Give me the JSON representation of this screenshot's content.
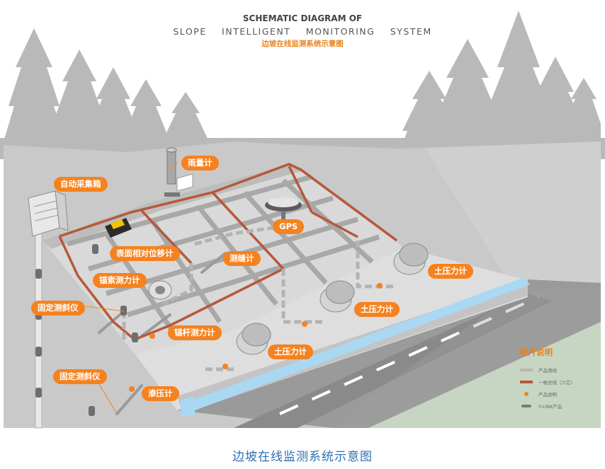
{
  "title": {
    "line1": "SCHEMATIC DIAGRAM OF",
    "line2": "SLOPE INTELLIGENT MONITORING SYSTEM",
    "line3": "边坡在线监测系统示意图"
  },
  "labels": {
    "rain_gauge": "雨量计",
    "auto_box": "自动采集箱",
    "gps": "GPS",
    "surface_disp": "表面相对位移计",
    "crack_meter": "测缝计",
    "anchor_cable": "锚索测力计",
    "earth_pressure_1": "土压力计",
    "earth_pressure_2": "土压力计",
    "earth_pressure_3": "土压力计",
    "inclinometer_1": "固定测斜仪",
    "inclinometer_2": "固定测斜仪",
    "anchor_rod": "锚杆测力计",
    "piezometer": "渗压计"
  },
  "legend": {
    "title": "图片说明",
    "items": [
      {
        "text": "产品用线",
        "kind": "line",
        "color": "#b7b7b7"
      },
      {
        "text": "一根总线（六芯）",
        "kind": "line",
        "color": "#b5593a"
      },
      {
        "text": "产品说明",
        "kind": "dot",
        "color": "#f5821f"
      },
      {
        "text": "Y-LINK产品",
        "kind": "dash",
        "color": "#7a7a7a"
      }
    ]
  },
  "caption": "边坡在线监测系统示意图",
  "colors": {
    "accent": "#f5821f",
    "cable": "#b5593a",
    "water": "#a9d8f3",
    "caption": "#2a6fb4"
  }
}
